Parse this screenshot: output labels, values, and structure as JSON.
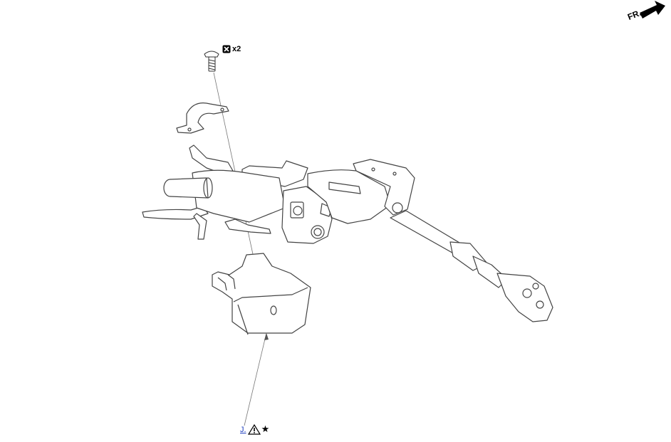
{
  "orientation": {
    "label": "FR."
  },
  "bolt": {
    "quantity_label": "x2",
    "icon": "replace-part-icon"
  },
  "callout": {
    "link_text": "J.",
    "warning_icon": "caution-triangle-icon",
    "star_icon": "star-icon"
  },
  "colors": {
    "line": "#555555",
    "link": "#1f3fbf",
    "outline": "#3a3a3a"
  }
}
